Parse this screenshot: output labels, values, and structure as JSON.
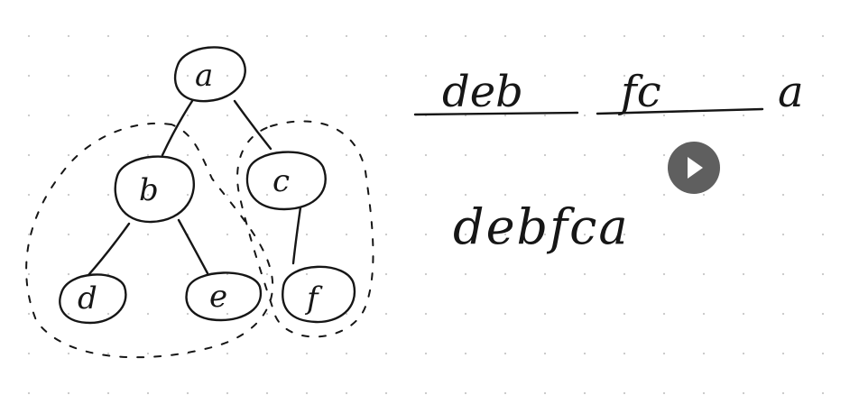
{
  "tree": {
    "nodes": [
      {
        "id": "a",
        "label": "a"
      },
      {
        "id": "b",
        "label": "b"
      },
      {
        "id": "c",
        "label": "c"
      },
      {
        "id": "d",
        "label": "d"
      },
      {
        "id": "e",
        "label": "e"
      },
      {
        "id": "f",
        "label": "f"
      }
    ],
    "edges": [
      {
        "from": "a",
        "to": "b"
      },
      {
        "from": "a",
        "to": "c"
      },
      {
        "from": "b",
        "to": "d"
      },
      {
        "from": "b",
        "to": "e"
      },
      {
        "from": "c",
        "to": "f"
      }
    ]
  },
  "notes": {
    "left_group": "deb",
    "right_group": "fc",
    "root": "a",
    "result": "debfca"
  },
  "video": {
    "play_icon": "play-icon"
  },
  "colors": {
    "ink": "#161616",
    "play_button": "#5f5f5f",
    "dots": "#c9c9c9"
  }
}
